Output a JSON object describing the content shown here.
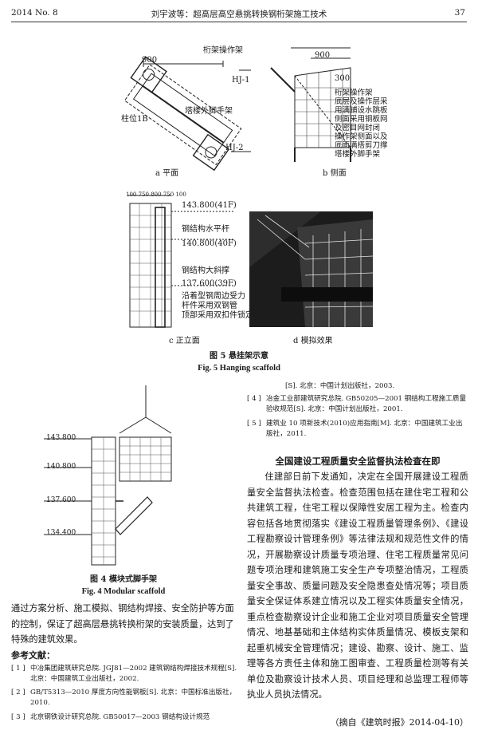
{
  "header": {
    "left": "2014 No. 8",
    "center": "刘宇波等：超高层高空悬挑转换钢桁架施工技术",
    "page": "37"
  },
  "figure5": {
    "a": {
      "dim": "900",
      "label_top": "桁架操作架",
      "label_mid": "塔楼外脚手架",
      "label_hj1": "HJ-1",
      "label_hj2": "HJ-2",
      "label_col": "柱位1B",
      "sub": "a  平面"
    },
    "b": {
      "dim": "900",
      "dim2": "300",
      "notes": [
        "桁架操作架",
        "底层及操作层采",
        "用满铺设水跳板",
        "侧面采用钢板网",
        "及密目网封闭",
        "操作架侧面以及",
        "底面满搭剪刀撑",
        "塔楼外脚手架"
      ],
      "sub": "b  侧面"
    },
    "c": {
      "dims": [
        "100",
        "750",
        "800",
        "750",
        "100"
      ],
      "levels": [
        "143.800(41F)",
        "140.800(40F)",
        "137.600(39F)"
      ],
      "notes": [
        "钢结构水平杆",
        "钢结构大斜撑",
        "沿着型钢周边受力",
        "杆件采用双钢管",
        "顶部采用双扣件锁定"
      ],
      "sub": "c  正立面"
    },
    "d": {
      "sub": "d  模拟效果"
    },
    "cap_cn": "图 5   悬挂架示意",
    "cap_en": "Fig. 5    Hanging scaffold"
  },
  "figure4": {
    "levels": [
      "143.800",
      "140.800",
      "137.600",
      "134.400"
    ],
    "cap_cn": "图 4   模块式脚手架",
    "cap_en": "Fig. 4    Modular scaffold"
  },
  "left_body": "通过方案分析、施工模拟、钢结构焊接、安全防护等方面的控制，保证了超高层悬挑转换桁架的安装质量，达到了特殊的建筑效果。",
  "refs_title": "参考文献：",
  "refs_left": [
    {
      "n": "[ 1 ]",
      "t": "中冶集团建筑研究总院. JGJ81—2002 建筑钢结构焊接技术规程[S]. 北京：中国建筑工业出版社，2002."
    },
    {
      "n": "[ 2 ]",
      "t": "GB/T5313—2010 厚度方向性能钢板[S]. 北京：中国标准出版社，2010."
    },
    {
      "n": "[ 3 ]",
      "t": "北京钢铁设计研究总院. GB50017—2003 钢结构设计规范"
    }
  ],
  "refs_right_cont": "[S]. 北京：中国计划出版社，2003.",
  "refs_right": [
    {
      "n": "[ 4 ]",
      "t": "冶金工业部建筑研究总院. GB50205—2001 钢结构工程施工质量验收规范[S]. 北京：中国计划出版社，2001."
    },
    {
      "n": "[ 5 ]",
      "t": "建筑业 10 项新技术(2010)应用指南[M]. 北京：中国建筑工业出版社，2011."
    }
  ],
  "news": {
    "title": "全国建设工程质量安全监督执法检查在即",
    "body": "住建部日前下发通知，决定在全国开展建设工程质量安全监督执法检查。检查范围包括在建住宅工程和公共建筑工程，住宅工程以保障性安居工程为主。检查内容包括各地贯彻落实《建设工程质量管理条例》、《建设工程勘察设计管理条例》等法律法规和规范性文件的情况，开展勘察设计质量专项治理、住宅工程质量常见问题专项治理和建筑施工安全生产专项整治情况，工程质量安全事故、质量问题及安全隐患查处情况等；项目质量安全保证体系建立情况以及工程实体质量安全情况，重点检查勘察设计企业和施工企业对项目质量安全管理情况、地基基础和主体结构实体质量情况、模板支架和起重机械安全管理情况；建设、勘察、设计、施工、监理等各方责任主体和施工图审查、工程质量检测等有关单位及勘察设计技术人员、项目经理和总监理工程师等执业人员执法情况。",
    "source": "（摘自《建筑时报》2014-04-10）"
  }
}
